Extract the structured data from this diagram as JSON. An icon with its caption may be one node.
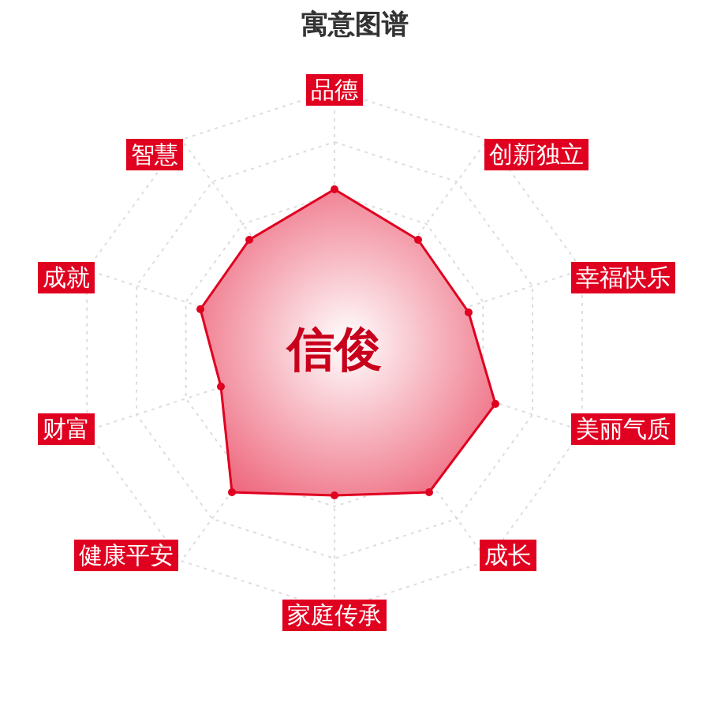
{
  "diagram": {
    "title": "寓意图谱",
    "labels": [
      "品德",
      "智慧",
      "创新独立",
      "成就",
      "幸福快乐",
      "信俊",
      "财富",
      "美丽气质",
      "健康平安",
      "成长",
      "家庭传承"
    ]
  }
}
